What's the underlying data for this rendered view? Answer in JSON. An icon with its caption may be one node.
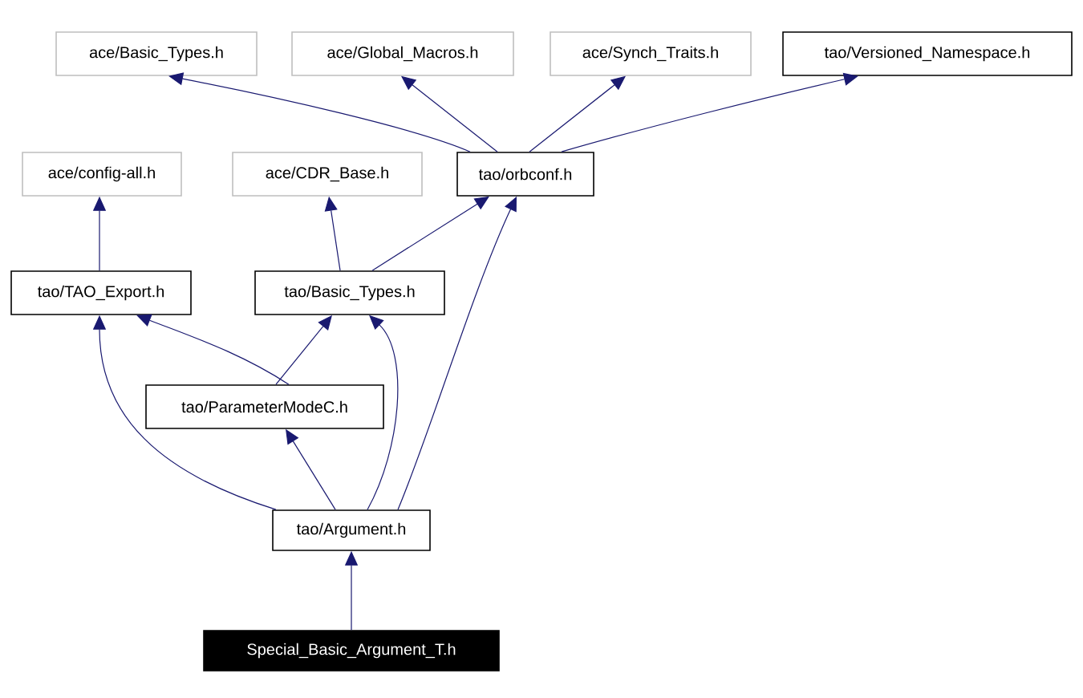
{
  "diagram": {
    "nodes": [
      {
        "text": [
          "ace/Basic_Types.h"
        ]
      },
      {
        "text": [
          "ace/Global_Macros.h"
        ]
      },
      {
        "text": [
          "ace/Synch_Traits.h"
        ]
      },
      {
        "text": [
          "tao/Versioned_Namespace.h"
        ]
      },
      {
        "text": [
          "ace/config-all.h"
        ]
      },
      {
        "text": [
          "ace/CDR_Base.h"
        ]
      },
      {
        "text": [
          "tao/orbconf.h"
        ]
      },
      {
        "text": [
          "tao/TAO_Export.h"
        ]
      },
      {
        "text": [
          "tao/Basic_Types.h"
        ]
      },
      {
        "text": [
          "tao/ParameterModeC.h"
        ]
      },
      {
        "text": [
          "tao/Argument.h"
        ]
      },
      {
        "text": [
          "Special_Basic_Argument_T.h"
        ]
      }
    ],
    "edges": [
      {
        "from": 6,
        "to": 0,
        "arrow": "to"
      },
      {
        "from": 6,
        "to": 1,
        "arrow": "to"
      },
      {
        "from": 6,
        "to": 2,
        "arrow": "to"
      },
      {
        "from": 6,
        "to": 3,
        "arrow": "to"
      },
      {
        "from": 7,
        "to": 4,
        "arrow": "to"
      },
      {
        "from": 8,
        "to": 5,
        "arrow": "to"
      },
      {
        "from": 8,
        "to": 6,
        "arrow": "to"
      },
      {
        "from": 10,
        "to": 6,
        "arrow": "to"
      },
      {
        "from": 9,
        "to": 7,
        "arrow": "to"
      },
      {
        "from": 10,
        "to": 7,
        "arrow": "to"
      },
      {
        "from": 9,
        "to": 8,
        "arrow": "to"
      },
      {
        "from": 10,
        "to": 8,
        "arrow": "to"
      },
      {
        "from": 10,
        "to": 9,
        "arrow": "to"
      },
      {
        "from": 11,
        "to": 10,
        "arrow": "to"
      }
    ]
  }
}
